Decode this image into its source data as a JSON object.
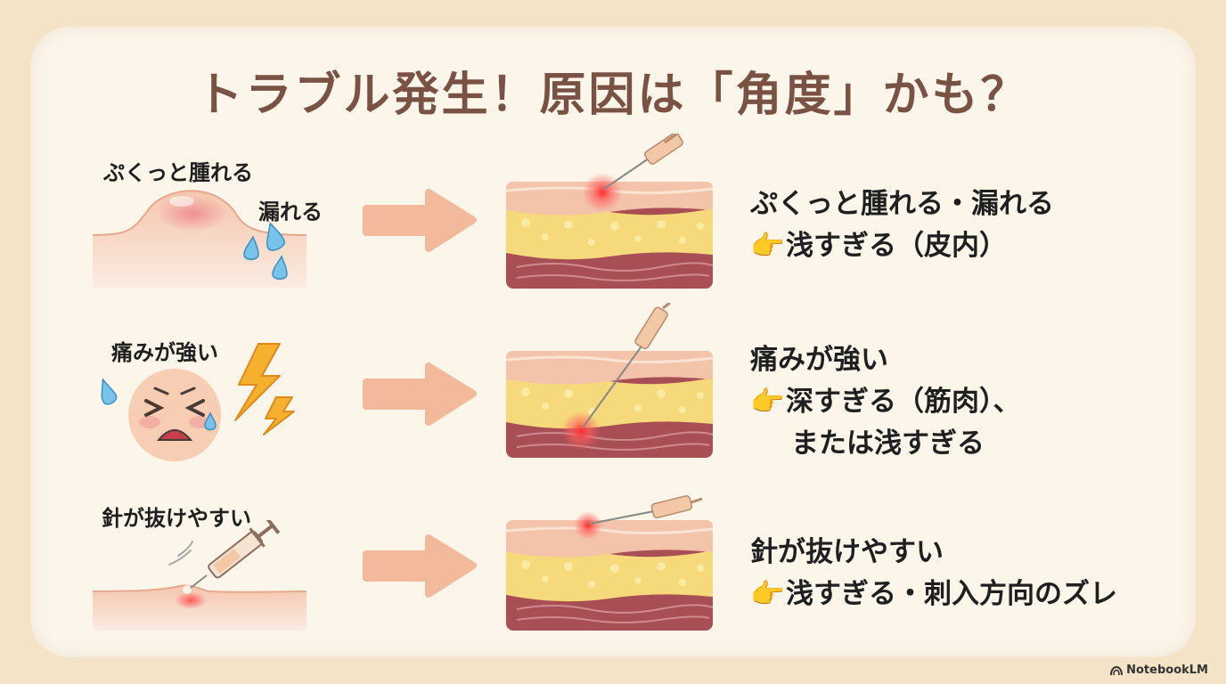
{
  "title": "トラブル発生！原因は「角度」かも？",
  "rows": [
    {
      "symptom_labels": [
        "ぷくっと腫れる",
        "漏れる"
      ],
      "heading": "ぷくっと腫れる・漏れる",
      "cause_lines": [
        "浅すぎる（皮内）"
      ],
      "symptom_icon": "swelling-bump-icon",
      "depth": "shallow (intradermal)"
    },
    {
      "symptom_labels": [
        "痛みが強い"
      ],
      "heading": "痛みが強い",
      "cause_lines": [
        "深すぎる（筋肉）、",
        "または浅すぎる"
      ],
      "symptom_icon": "crying-face-icon",
      "depth": "deep (muscle)"
    },
    {
      "symptom_labels": [
        "針が抜けやすい"
      ],
      "heading": "針が抜けやすい",
      "cause_lines": [
        "浅すぎる・刺入方向のズレ"
      ],
      "symptom_icon": "syringe-insertion-icon",
      "depth": "shallow angle"
    }
  ],
  "pointer_icon": "pointing-hand-icon",
  "watermark": "NotebookLM",
  "colors": {
    "title": "#7a5243",
    "background": "#f4e3c6",
    "card": "#fbf5ea",
    "arrow": "#f2b99b",
    "skin": "#f3c4a9",
    "fat": "#f6d97a",
    "muscle": "#a84e55",
    "hotspot": "#ff3030"
  }
}
